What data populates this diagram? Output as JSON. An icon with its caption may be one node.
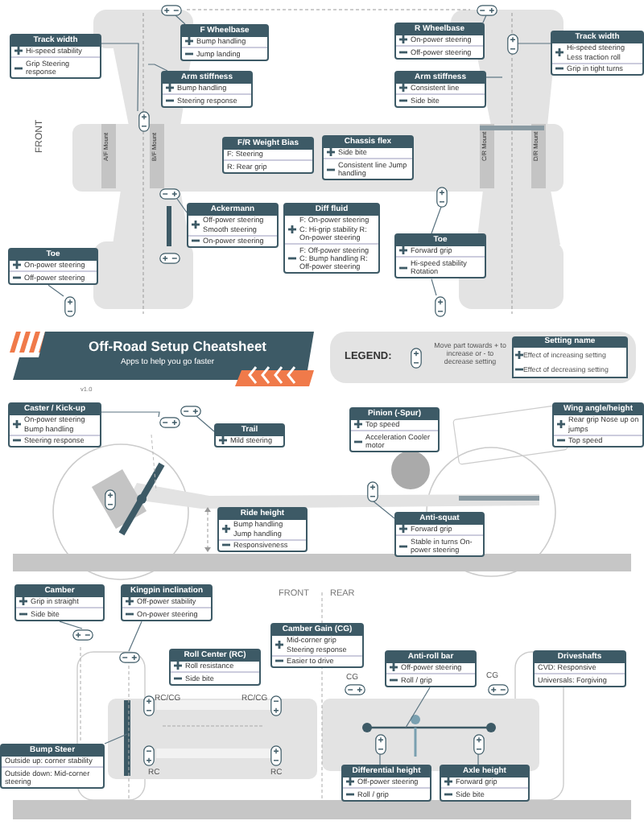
{
  "diagram": {
    "title": "Off-Road Setup Cheatsheet",
    "nodes": [
      {
        "text": [
          "Track width",
          "Hi-speed stability",
          "Grip Steering response"
        ]
      },
      {
        "text": [
          "F Wheelbase",
          "Bump handling",
          "Jump landing"
        ]
      },
      {
        "text": [
          "R Wheelbase",
          "On-power steering",
          "Off-power steering"
        ]
      },
      {
        "text": [
          "Track width",
          "Hi-speed steering Less traction roll",
          "Grip in tight turns"
        ]
      },
      {
        "text": [
          "Arm stiffness",
          "Bump handling",
          "Steering response"
        ]
      },
      {
        "text": [
          "Arm stiffness",
          "Consistent line",
          "Side bite"
        ]
      },
      {
        "text": [
          "F/R Weight Bias",
          "F: Steering",
          "R: Rear grip"
        ]
      },
      {
        "text": [
          "Chassis flex",
          "Side bite",
          "Consistent line Jump handling"
        ]
      },
      {
        "text": [
          "Ackermann",
          "Off-power steering Smooth steering",
          "On-power steering"
        ]
      },
      {
        "text": [
          "Diff fluid",
          "F: On-power steering C: Hi-grip stability R: On-power steering",
          "F: Off-power steering C: Bump handling R: Off-power steering"
        ]
      },
      {
        "text": [
          "Toe",
          "On-power steering",
          "Off-power steering"
        ]
      },
      {
        "text": [
          "Toe",
          "Forward grip",
          "Hi-speed stability Rotation"
        ]
      },
      {
        "text": [
          "Caster / Kick-up",
          "On-power steering Bump handling",
          "Steering response"
        ]
      },
      {
        "text": [
          "Trail",
          "Mild steering"
        ]
      },
      {
        "text": [
          "Pinion (-Spur)",
          "Top speed",
          "Acceleration Cooler motor"
        ]
      },
      {
        "text": [
          "Wing angle/height",
          "Rear grip Nose up on jumps",
          "Top speed"
        ]
      },
      {
        "text": [
          "Ride height",
          "Bump handling Jump handling",
          "Responsiveness"
        ]
      },
      {
        "text": [
          "Anti-squat",
          "Forward grip",
          "Stable in turns On-power steering"
        ]
      },
      {
        "text": [
          "Camber",
          "Grip in straight",
          "Side bite"
        ]
      },
      {
        "text": [
          "Kingpin inclination",
          "Off-power stability",
          "On-power steering"
        ]
      },
      {
        "text": [
          "Roll Center (RC)",
          "Roll resistance",
          "Side bite"
        ]
      },
      {
        "text": [
          "Camber Gain (CG)",
          "Mid-corner grip Steering response",
          "Easier to drive"
        ]
      },
      {
        "text": [
          "Anti-roll bar",
          "Off-power steering",
          "Roll / grip"
        ]
      },
      {
        "text": [
          "Driveshafts",
          "CVD: Responsive",
          "Universals: Forgiving"
        ]
      },
      {
        "text": [
          "Bump Steer",
          "Outside up: corner stability",
          "Outside down: Mid-corner steering"
        ]
      },
      {
        "text": [
          "Differential height",
          "Off-power steering",
          "Roll / grip"
        ]
      },
      {
        "text": [
          "Axle height",
          "Forward grip",
          "Side bite"
        ]
      },
      {
        "text": [],
        "shape": "box"
      },
      {
        "text": [],
        "shape": "box"
      },
      {
        "text": [],
        "shape": "box"
      },
      {
        "text": [],
        "shape": "box"
      },
      {
        "text": [],
        "shape": "box"
      },
      {
        "text": [],
        "shape": "box"
      },
      {
        "text": [],
        "shape": "box"
      },
      {
        "text": [],
        "shape": "box"
      },
      {
        "text": [],
        "shape": "box"
      },
      {
        "text": [],
        "shape": "box"
      },
      {
        "text": [],
        "shape": "box"
      },
      {
        "text": [],
        "shape": "box"
      },
      {
        "text": [],
        "shape": "box"
      },
      {
        "text": [],
        "shape": "box"
      },
      {
        "text": [],
        "shape": "box"
      },
      {
        "text": [],
        "shape": "box"
      },
      {
        "text": [],
        "shape": "box"
      },
      {
        "text": [],
        "shape": "box"
      },
      {
        "text": [],
        "shape": "box"
      },
      {
        "text": [],
        "shape": "box"
      },
      {
        "text": [],
        "shape": "box"
      },
      {
        "text": [],
        "shape": "box"
      },
      {
        "text": [],
        "shape": "box"
      }
    ],
    "edges": [
      {
        "from": 0,
        "to": 27,
        "arrow": "none"
      },
      {
        "from": 1,
        "to": 28,
        "arrow": "none"
      },
      {
        "from": 2,
        "to": 29,
        "arrow": "none"
      },
      {
        "from": 3,
        "to": 30,
        "arrow": "none"
      },
      {
        "from": 4,
        "to": null,
        "arrow": "none"
      },
      {
        "from": 5,
        "to": null,
        "arrow": "none"
      },
      {
        "from": 8,
        "to": 31,
        "arrow": "none"
      },
      {
        "from": 10,
        "to": 33,
        "arrow": "none"
      },
      {
        "from": 11,
        "to": 34,
        "arrow": "none"
      },
      {
        "from": 11,
        "to": 35,
        "arrow": "none"
      },
      {
        "from": 12,
        "to": 36,
        "arrow": "none"
      },
      {
        "from": 13,
        "to": 37,
        "arrow": "none"
      },
      {
        "from": 17,
        "to": 39,
        "arrow": "none"
      },
      {
        "from": 18,
        "to": 40,
        "arrow": "none"
      },
      {
        "from": 19,
        "to": 41,
        "arrow": "none"
      },
      {
        "from": 22,
        "to": null,
        "arrow": "none"
      },
      {
        "from": 24,
        "to": null,
        "arrow": "none"
      },
      {
        "from": 25,
        "to": 48,
        "arrow": "none"
      },
      {
        "from": 26,
        "to": 49,
        "arrow": "none"
      }
    ],
    "labels": [
      "FRONT",
      "A/F Mount",
      "B/F Mount",
      "C/R Mount",
      "D/R Mount",
      "Apps to help you go faster",
      "v1.0",
      "LEGEND:",
      "Setting name",
      "FRONT",
      "REAR",
      "RC/CG",
      "RC/CG",
      "CG",
      "CG",
      "RC",
      "RC"
    ],
    "legend": [
      {
        "text": "Move part towards + to increase or - to decrease setting"
      },
      {
        "text": "Effect of increasing setting"
      },
      {
        "text": "Effect of decreasing setting"
      }
    ]
  }
}
